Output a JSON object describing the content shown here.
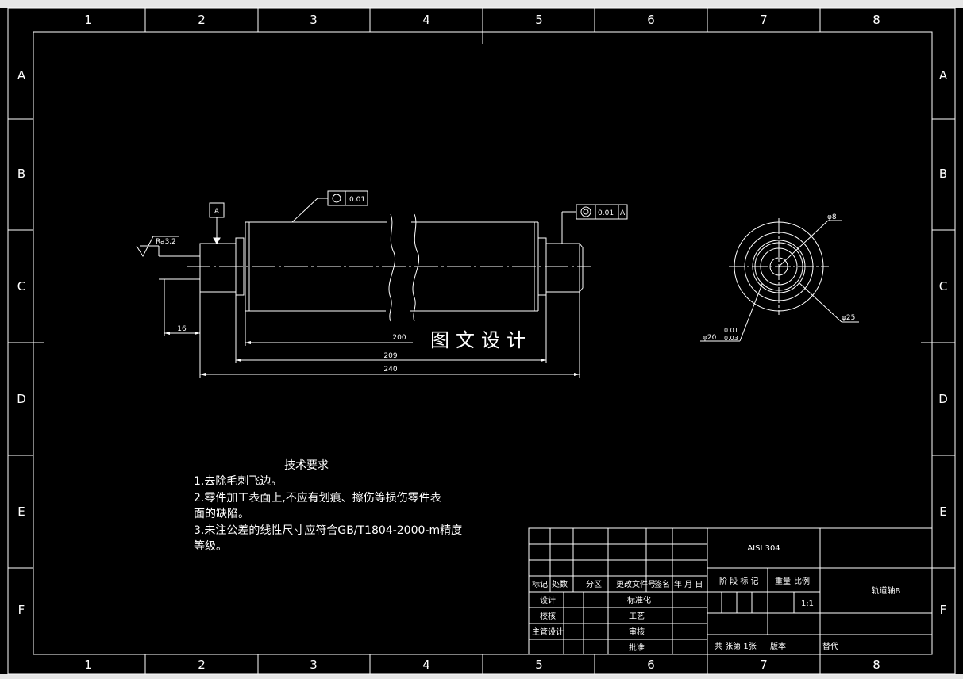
{
  "zones": {
    "columns": [
      "1",
      "2",
      "3",
      "4",
      "5",
      "6",
      "7",
      "8"
    ],
    "rows": [
      "A",
      "B",
      "C",
      "D",
      "E",
      "F"
    ]
  },
  "datum": {
    "label": "A"
  },
  "roughness": {
    "label": "Ra3.2"
  },
  "tolerances": {
    "roundness_value": "0.01",
    "coaxiality_value": "0.01",
    "coaxiality_datum": "A"
  },
  "dimensions": {
    "shaft_end": "16",
    "body_length": "200",
    "mid_length": "209",
    "total_length": "240"
  },
  "end_view": {
    "inner_diameter": "φ8",
    "outer_diameter": "φ25",
    "fit_diameter": "φ20",
    "tol_upper": "0.01",
    "tol_lower": "0.03"
  },
  "watermark": "图文设计",
  "tech_requirements": {
    "title": "技术要求",
    "items": [
      "1.去除毛刺飞边。",
      "2.零件加工表面上,不应有划痕、擦伤等损伤零件表",
      "面的缺陷。",
      "3.未注公差的线性尺寸应符合GB/T1804-2000-m精度",
      "等级。"
    ]
  },
  "title_block": {
    "material": "AISI 304",
    "part_name": "轨道轴B",
    "scale": "1:1",
    "headers": {
      "mark": "标记",
      "count": "处数",
      "zone": "分区",
      "change_doc": "更改文件号",
      "signature": "签名",
      "date": "年 月 日",
      "stage_mark": "阶 段 标 记",
      "weight": "重量",
      "ratio": "比例"
    },
    "roles": {
      "design": "设计",
      "check": "校核",
      "lead": "主管设计",
      "standard": "标准化",
      "process": "工艺",
      "review": "审核",
      "approve": "批准"
    },
    "footer": {
      "sheets": "共  张第 1张",
      "version": "版本",
      "replace": "替代"
    }
  }
}
